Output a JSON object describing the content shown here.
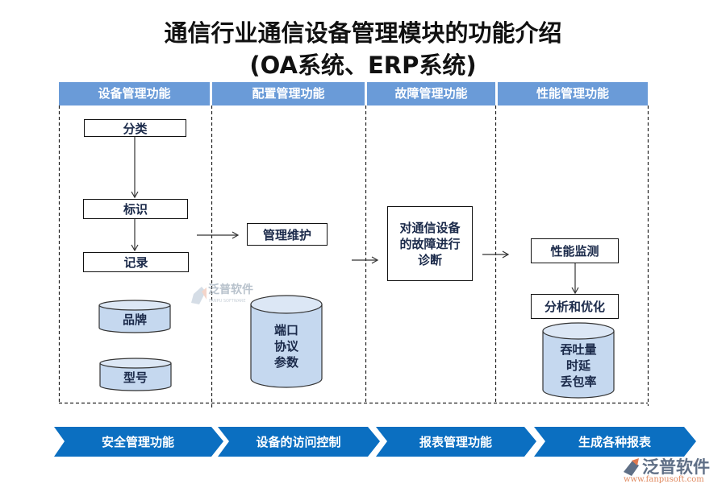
{
  "title": {
    "line1": "通信行业通信设备管理模块的功能介绍",
    "line2": "(OA系统、ERP系统)"
  },
  "columns": [
    {
      "header": "设备管理功能"
    },
    {
      "header": "配置管理功能"
    },
    {
      "header": "故障管理功能"
    },
    {
      "header": "性能管理功能"
    }
  ],
  "device": {
    "steps": [
      "分类",
      "标识",
      "记录"
    ],
    "stores": [
      "品牌",
      "型号"
    ]
  },
  "config": {
    "step": "管理维护",
    "store": [
      "端口",
      "协议",
      "参数"
    ]
  },
  "fault": {
    "step": [
      "对通信设备",
      "的故障进行",
      "诊断"
    ]
  },
  "performance": {
    "steps": [
      "性能监测",
      "分析和优化"
    ],
    "store": [
      "吞吐量",
      "时延",
      "丢包率"
    ]
  },
  "bottom_flow": [
    "安全管理功能",
    "设备的访问控制",
    "报表管理功能",
    "生成各种报表"
  ],
  "watermark": {
    "name": "泛普软件",
    "sub": "FANPU SOFTWARE",
    "url": "www.fanpusoft.com"
  },
  "colors": {
    "header": "#6a9bd8",
    "chevron": "#0b6fc1",
    "cylinder": "#c5d8ef"
  }
}
